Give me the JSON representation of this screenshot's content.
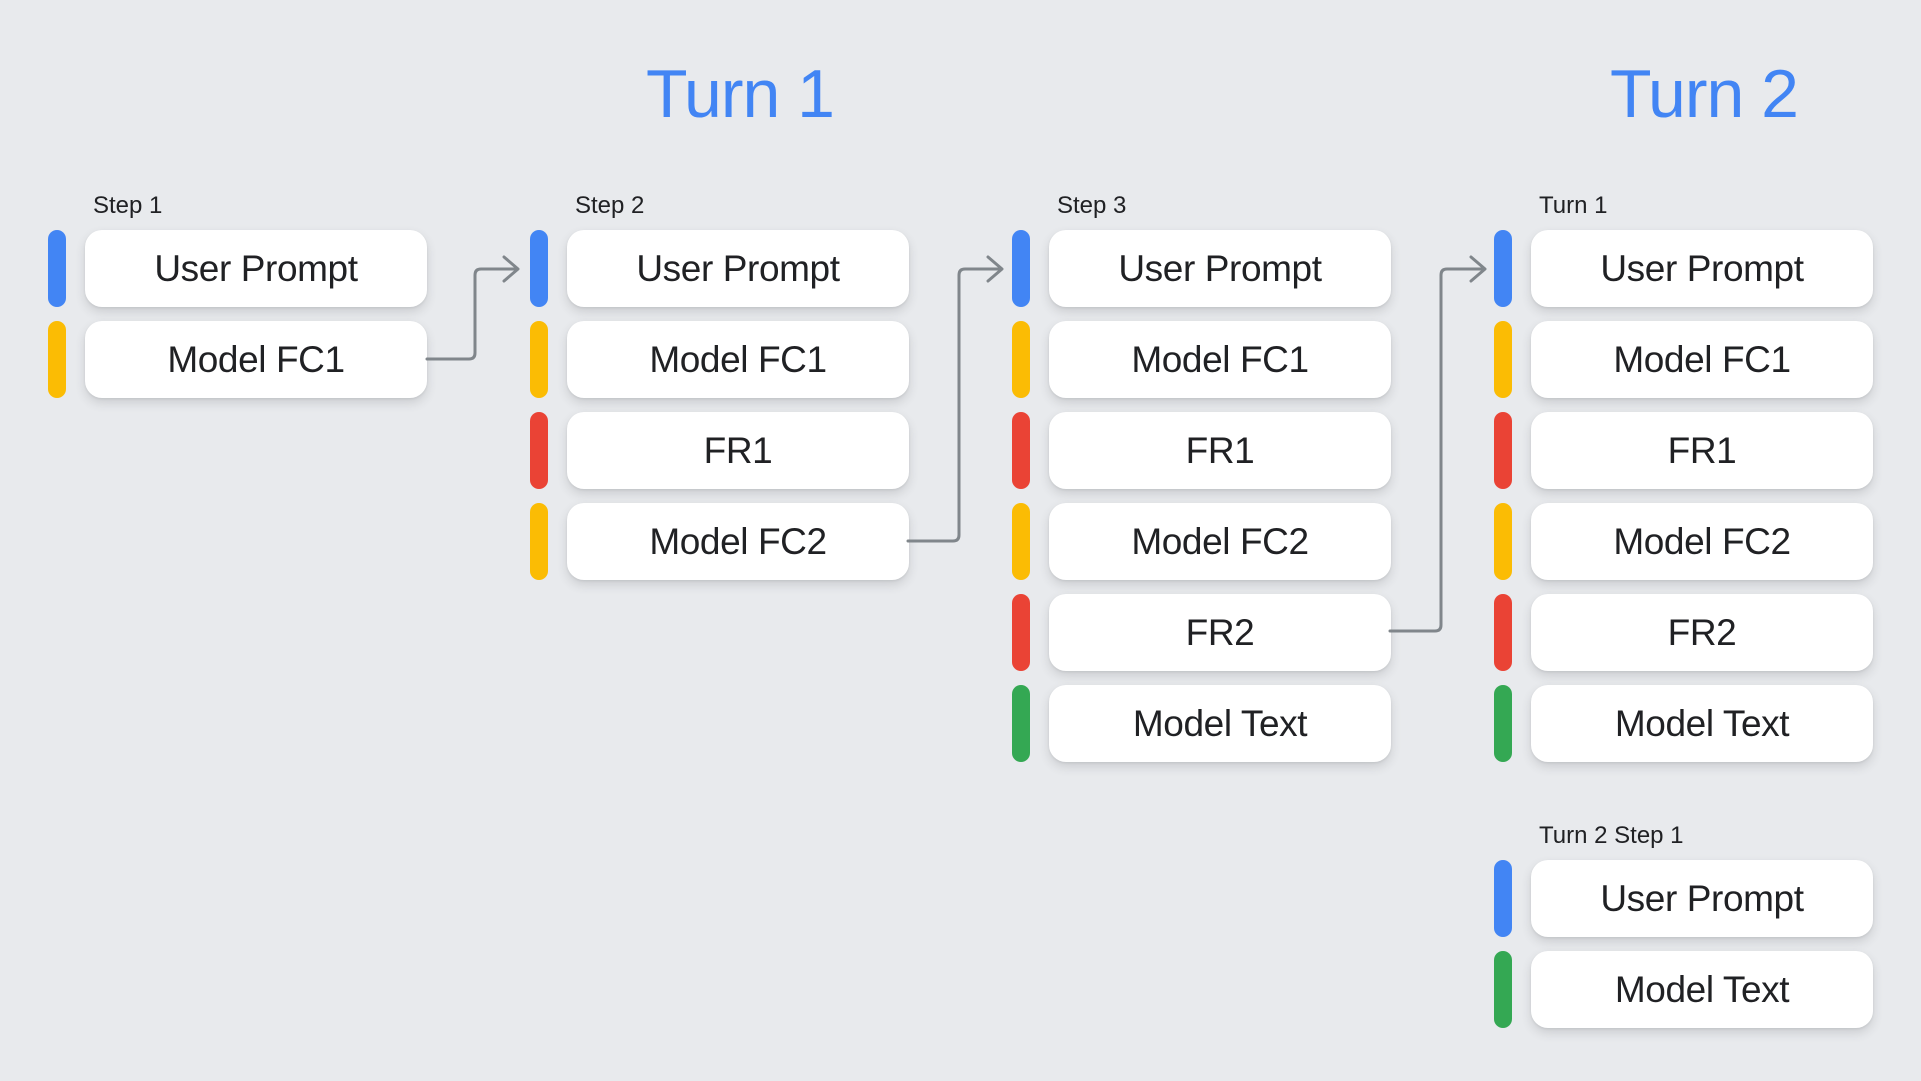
{
  "page": {
    "background": "#E8EAED",
    "title_color": "#4285F4",
    "connector_color": "#80868B",
    "box_background": "#FFFFFF",
    "text_color": "#202124"
  },
  "titles": {
    "turn1": "Turn 1",
    "turn2": "Turn 2"
  },
  "legend_colors": {
    "user_prompt": "#4285F4",
    "model_function_call": "#FBBC04",
    "function_response": "#EA4335",
    "model_text": "#34A853"
  },
  "groups": [
    {
      "label": "Step 1",
      "items": [
        {
          "text": "User Prompt",
          "type": "user_prompt"
        },
        {
          "text": "Model FC1",
          "type": "model_function_call"
        }
      ]
    },
    {
      "label": "Step 2",
      "items": [
        {
          "text": "User Prompt",
          "type": "user_prompt"
        },
        {
          "text": "Model FC1",
          "type": "model_function_call"
        },
        {
          "text": "FR1",
          "type": "function_response"
        },
        {
          "text": "Model FC2",
          "type": "model_function_call"
        }
      ]
    },
    {
      "label": "Step 3",
      "items": [
        {
          "text": "User Prompt",
          "type": "user_prompt"
        },
        {
          "text": "Model FC1",
          "type": "model_function_call"
        },
        {
          "text": "FR1",
          "type": "function_response"
        },
        {
          "text": "Model FC2",
          "type": "model_function_call"
        },
        {
          "text": "FR2",
          "type": "function_response"
        },
        {
          "text": "Model Text",
          "type": "model_text"
        }
      ]
    },
    {
      "label": "Turn 1",
      "items": [
        {
          "text": "User Prompt",
          "type": "user_prompt"
        },
        {
          "text": "Model FC1",
          "type": "model_function_call"
        },
        {
          "text": "FR1",
          "type": "function_response"
        },
        {
          "text": "Model FC2",
          "type": "model_function_call"
        },
        {
          "text": "FR2",
          "type": "function_response"
        },
        {
          "text": "Model Text",
          "type": "model_text"
        }
      ]
    },
    {
      "label": "Turn 2 Step 1",
      "items": [
        {
          "text": "User Prompt",
          "type": "user_prompt"
        },
        {
          "text": "Model Text",
          "type": "model_text"
        }
      ]
    }
  ]
}
